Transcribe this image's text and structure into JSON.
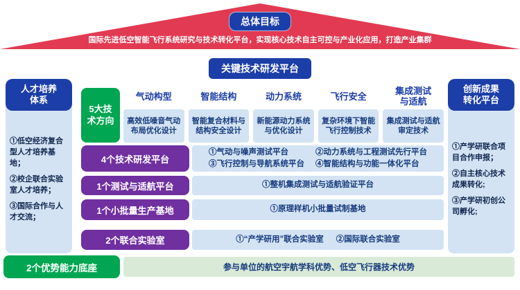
{
  "roof": {
    "title": "总体目标",
    "subtitle": "国际先进低空智能飞行系统研究与技术转化平台，实现核心技术自主可控与产业化应用，打造产业集群"
  },
  "banner": "关键技术研发平台",
  "left_panel": {
    "title": "人才培养\n体系",
    "items": [
      "①低空经济复合型人才培养基地；",
      "②校企联合实验室人才培养；",
      "③国际合作与人才交流；"
    ]
  },
  "right_panel": {
    "title": "创新成果\n转化平台",
    "items": [
      "①产学研联合项目合作申报；",
      "②自主核心技术成果转化;",
      "③产学研初创公司孵化;"
    ]
  },
  "directions": {
    "label": "5大技\n术方向",
    "columns": [
      {
        "header": "气动构型",
        "desc": "高效低噪音气动布局优化设计"
      },
      {
        "header": "智能结构",
        "desc": "智能复合材料与结构安全设计"
      },
      {
        "header": "动力系统",
        "desc": "新能源动力系统与优化设计"
      },
      {
        "header": "飞行安全",
        "desc": "复杂环境下智能飞行控制技术"
      },
      {
        "header": "集成测试\n与适航",
        "desc": "集成测试与适航审定技术"
      }
    ]
  },
  "rows": [
    {
      "label": "4个技术研发平台",
      "items": [
        "①气动与噪声测试平台",
        "②动力系统与工程测试先行平台",
        "③飞行控制与导航系统平台",
        "④智能结构与功能一体化平台"
      ]
    },
    {
      "label": "1个测试与适航平台",
      "items": [
        "①整机集成测试与适航验证平台"
      ]
    },
    {
      "label": "1个小批量生产基地",
      "items": [
        "①原理样机小批量试制基地"
      ]
    },
    {
      "label": "2个联合实验室",
      "items": [
        "①“产学研用”联合实验室",
        "②国际联合实验室"
      ]
    }
  ],
  "base": {
    "label": "2个优势能力底座",
    "content": "参与单位的航空宇航学科优势、低空飞行器技术优势"
  },
  "colors": {
    "roof-red": "#e23a52",
    "deep-blue": "#1c3ea8",
    "light-blue": "#d3e3f3",
    "purple": "#7030a0",
    "green": "#00a651",
    "light-green": "#d9ead7",
    "navy": "#163a7d"
  }
}
